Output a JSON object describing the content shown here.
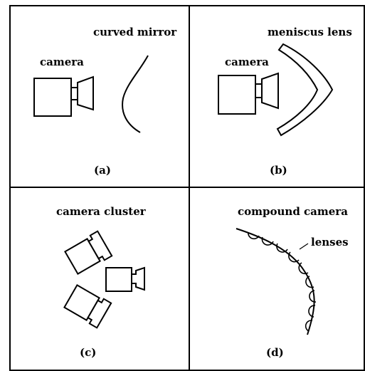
{
  "panels": [
    {
      "caption": "(a)",
      "labels": {
        "camera": "camera",
        "element": "curved mirror"
      }
    },
    {
      "caption": "(b)",
      "labels": {
        "camera": "camera",
        "element": "meniscus lens"
      }
    },
    {
      "caption": "(c)",
      "labels": {
        "title": "camera cluster"
      }
    },
    {
      "caption": "(d)",
      "labels": {
        "title": "compound camera",
        "element": "lenses"
      }
    }
  ]
}
